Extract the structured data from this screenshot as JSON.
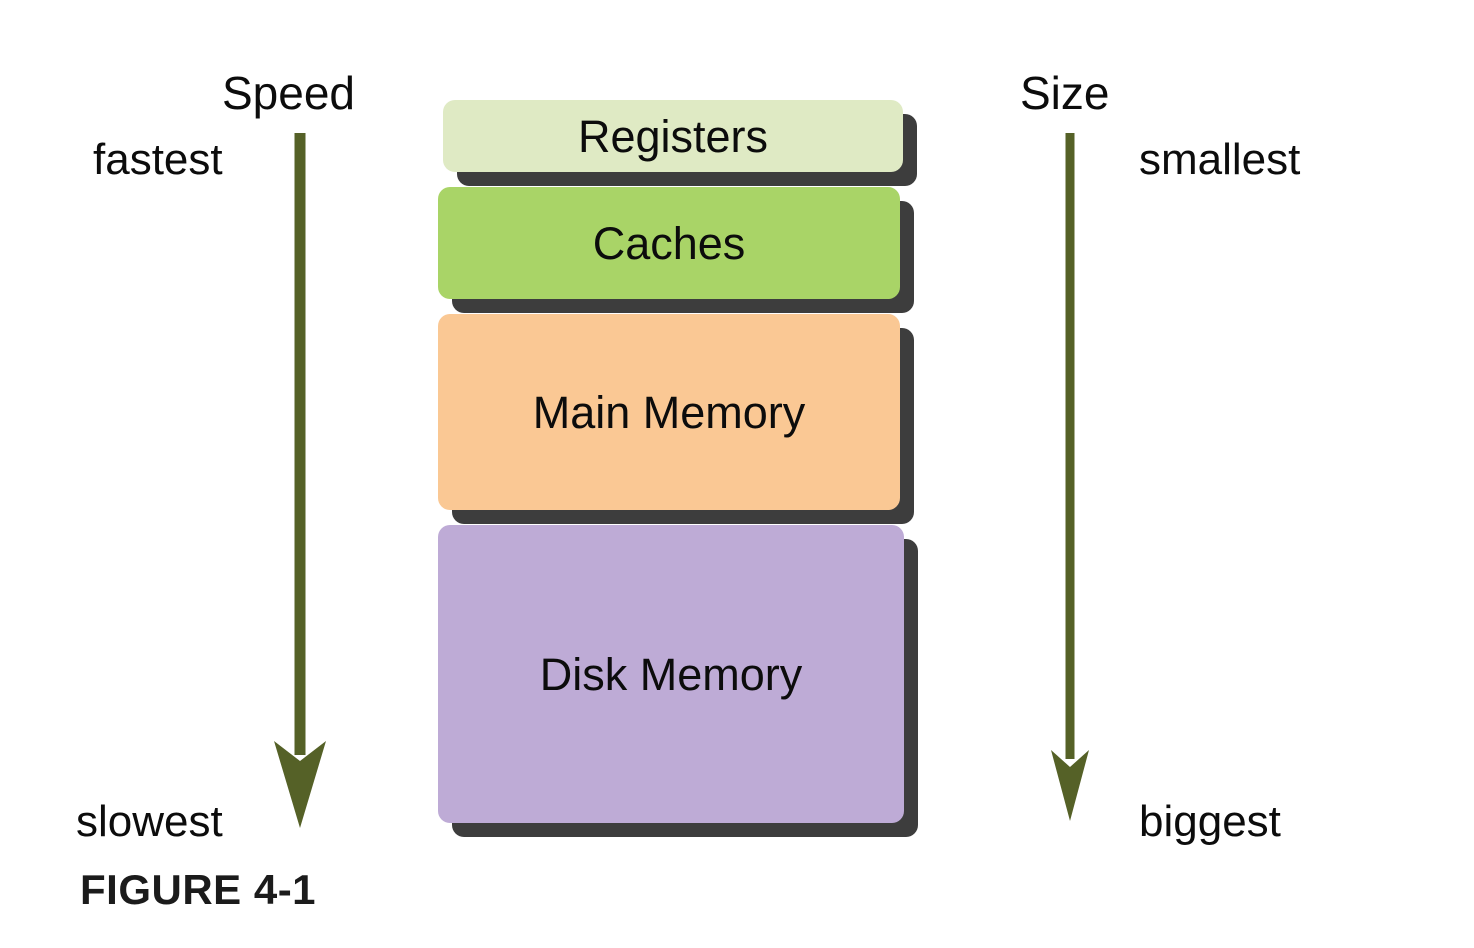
{
  "figure": {
    "caption": "FIGURE 4-1",
    "background_color": "#ffffff"
  },
  "chart_data": {
    "type": "diagram",
    "title": "FIGURE 4-1",
    "subtype": "memory-hierarchy-pyramid",
    "tiers": [
      {
        "label": "Registers",
        "fill": "#dfeac4",
        "relative_height": 72,
        "speed_rank": 1,
        "size_rank": 1
      },
      {
        "label": "Caches",
        "fill": "#a9d467",
        "relative_height": 112,
        "speed_rank": 2,
        "size_rank": 2
      },
      {
        "label": "Main Memory",
        "fill": "#fac894",
        "relative_height": 196,
        "speed_rank": 3,
        "size_rank": 3
      },
      {
        "label": "Disk Memory",
        "fill": "#beabd6",
        "relative_height": 298,
        "speed_rank": 4,
        "size_rank": 4
      }
    ],
    "axes": [
      {
        "name": "Speed",
        "position": "left",
        "top_label": "fastest",
        "bottom_label": "slowest",
        "direction": "down",
        "color": "#556127"
      },
      {
        "name": "Size",
        "position": "right",
        "top_label": "smallest",
        "bottom_label": "biggest",
        "direction": "down",
        "color": "#556127"
      }
    ],
    "shadow_color": "#3d3d3d",
    "text_color": "#0c0c0c"
  },
  "speed_axis": {
    "title": "Speed",
    "top_label": "fastest",
    "bottom_label": "slowest",
    "arrow_icon": "arrow-down-icon",
    "color": "#556127"
  },
  "size_axis": {
    "title": "Size",
    "top_label": "smallest",
    "bottom_label": "biggest",
    "arrow_icon": "arrow-down-icon",
    "color": "#556127"
  },
  "hierarchy": {
    "tiers": [
      {
        "label": "Registers"
      },
      {
        "label": "Caches"
      },
      {
        "label": "Main Memory"
      },
      {
        "label": "Disk Memory"
      }
    ]
  }
}
